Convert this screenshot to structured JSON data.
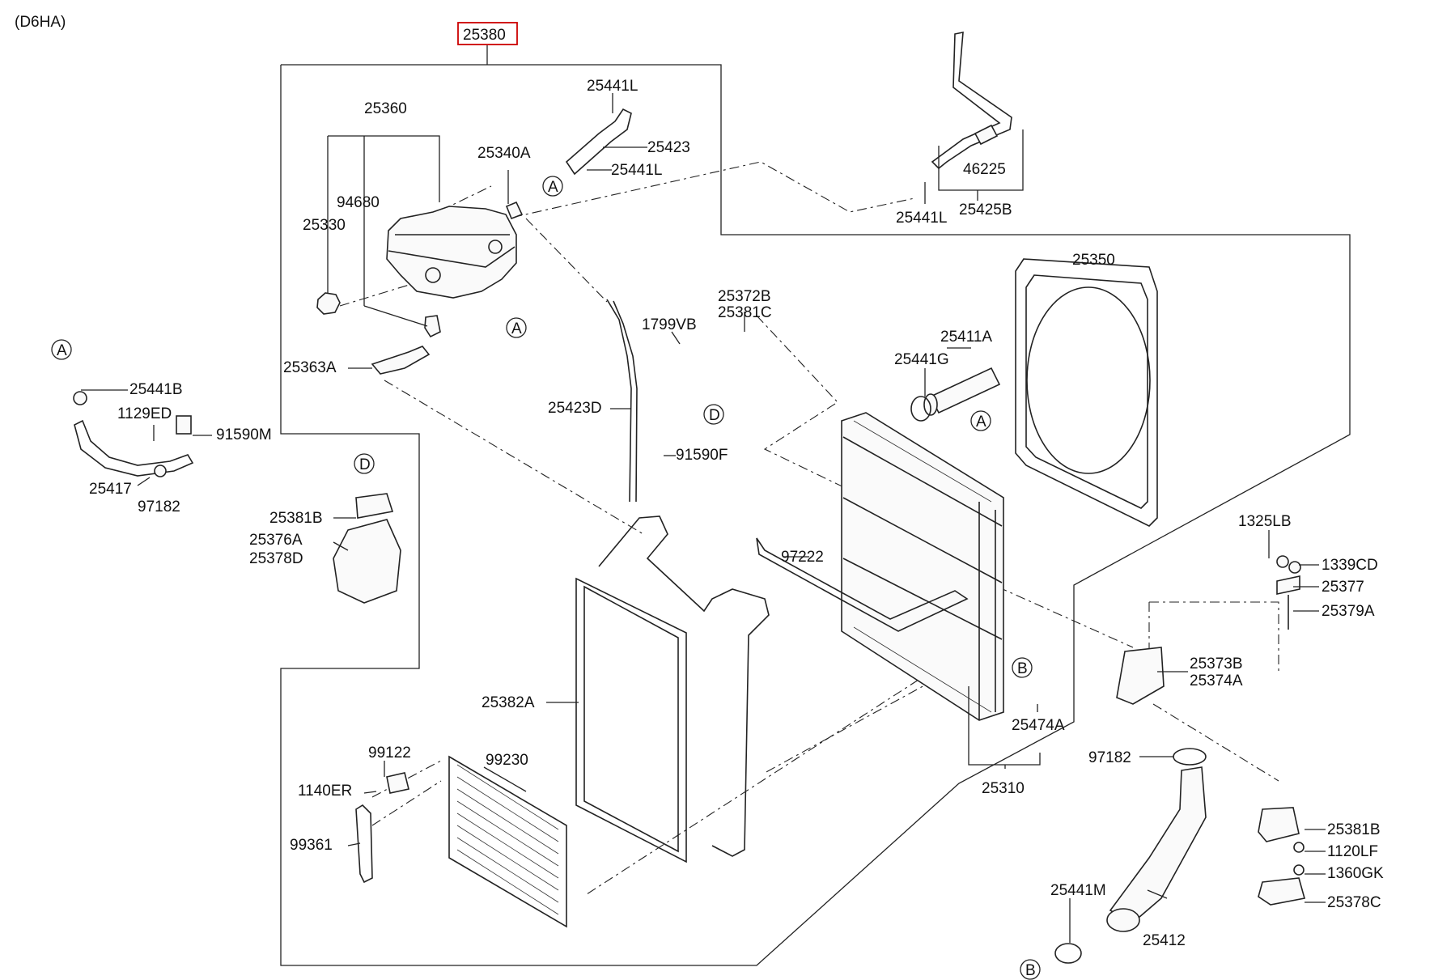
{
  "engine_label": "(D6HA)",
  "assembly": {
    "number": "25380",
    "highlight_color": "#cc0000"
  },
  "parts": {
    "p25441L_a": "25441L",
    "p25360": "25360",
    "p25340A": "25340A",
    "p25423": "25423",
    "p25441L_b": "25441L",
    "p94680": "94680",
    "p25330": "25330",
    "p46225": "46225",
    "p25441L_c": "25441L",
    "p25425B": "25425B",
    "p25350": "25350",
    "p25372B": "25372B",
    "p25381C": "25381C",
    "p1799VB": "1799VB",
    "p25411A": "25411A",
    "p25441G": "25441G",
    "p25363A": "25363A",
    "p25423D": "25423D",
    "p25441B": "25441B",
    "p1129ED": "1129ED",
    "p91590M": "91590M",
    "p25417": "25417",
    "p97182_a": "97182",
    "p91590F": "91590F",
    "p25381B_a": "25381B",
    "p25376A": "25376A",
    "p25378D": "25378D",
    "p97222": "97222",
    "p1325LB": "1325LB",
    "p1339CD": "1339CD",
    "p25377": "25377",
    "p25379A": "25379A",
    "p25373B": "25373B",
    "p25374A": "25374A",
    "p25382A": "25382A",
    "p25474A": "25474A",
    "p97182_b": "97182",
    "p25310": "25310",
    "p99122": "99122",
    "p99230": "99230",
    "p1140ER": "1140ER",
    "p99361": "99361",
    "p25381B_b": "25381B",
    "p1120LF": "1120LF",
    "p1360GK": "1360GK",
    "p25378C": "25378C",
    "p25441M": "25441M",
    "p25412": "25412"
  },
  "refs": {
    "A": "A",
    "B": "B",
    "D": "D"
  }
}
